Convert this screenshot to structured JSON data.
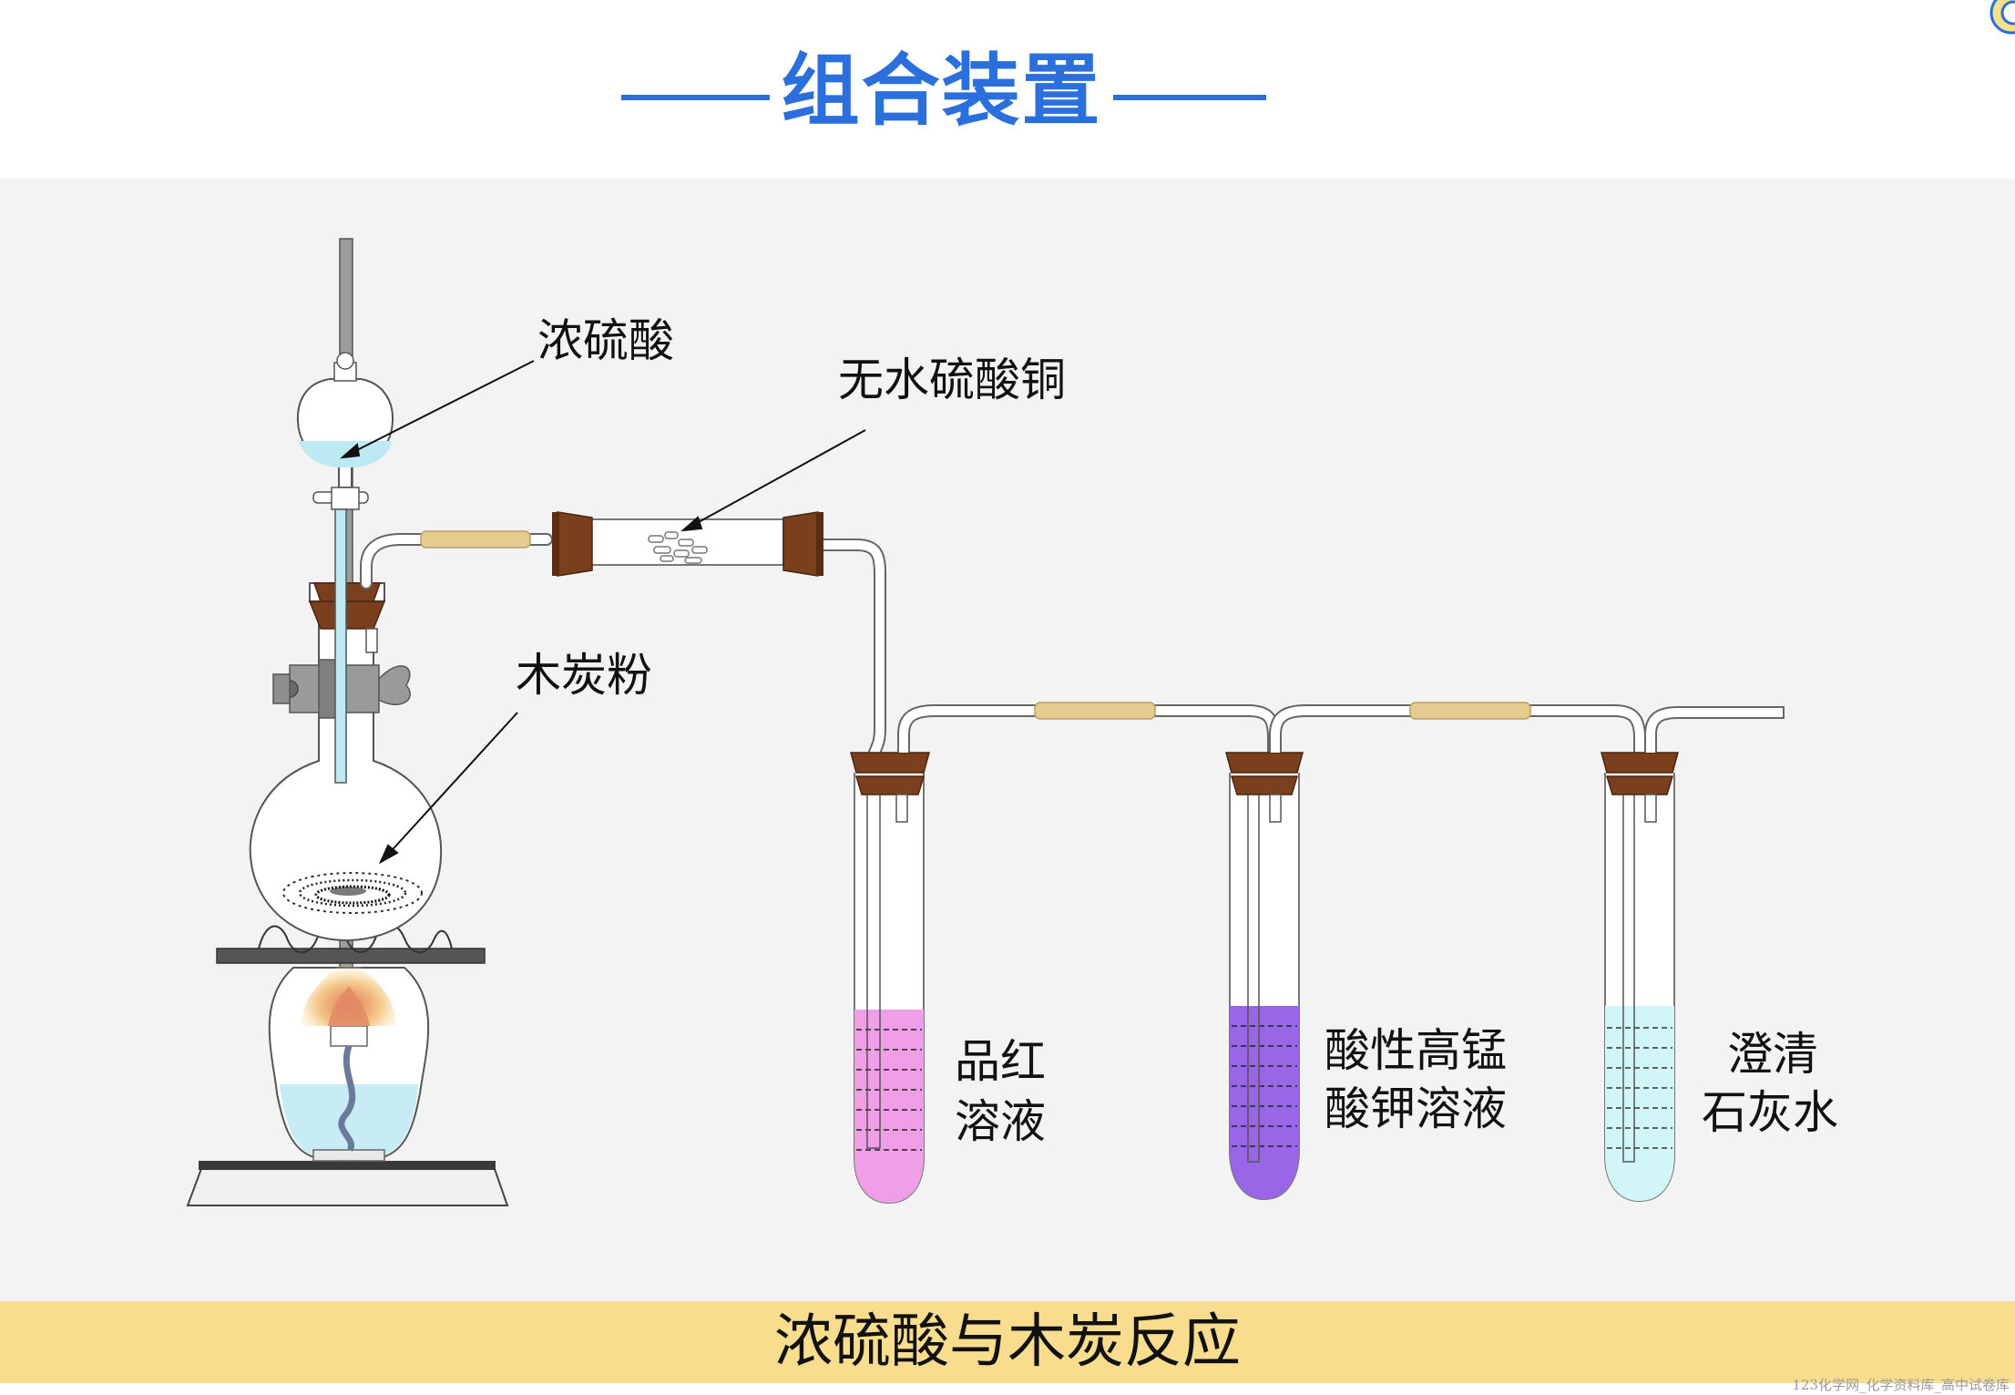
{
  "header": {
    "title": "组合装置"
  },
  "labels": {
    "conc_sulfuric_acid": "浓硫酸",
    "anhydrous_cuso4": "无水硫酸铜",
    "charcoal_powder": "木炭粉",
    "bottle1_line1": "品红",
    "bottle1_line2": "溶液",
    "bottle2_line1": "酸性高锰",
    "bottle2_line2": "酸钾溶液",
    "bottle3_line1": "澄清",
    "bottle3_line2": "石灰水"
  },
  "footer": {
    "caption": "浓硫酸与木炭反应"
  },
  "watermark": "123化学网_化学资料库_高中试卷库",
  "colors": {
    "accent": "#2a6fdc",
    "footer_band": "#f8dd8e",
    "stopper": "#7a3f1c",
    "rubber_tube": "#e4cb8e",
    "magenta_solution": "#f09ee8",
    "permanganate_solution": "#9a66e8",
    "limewater": "#d2f5f7",
    "acid_liquid": "#bde9f3"
  }
}
